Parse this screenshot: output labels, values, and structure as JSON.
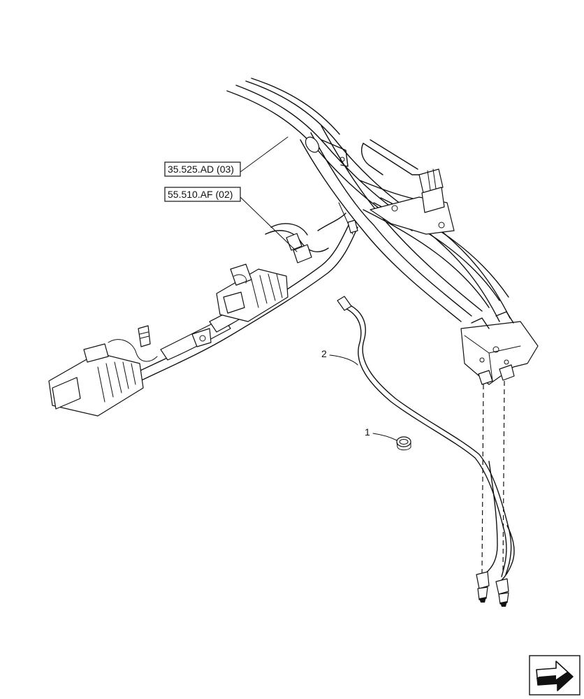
{
  "references": [
    {
      "id": "ref-1",
      "text": "35.525.AD (03)"
    },
    {
      "id": "ref-2",
      "text": "55.510.AF (02)"
    }
  ],
  "callouts": [
    {
      "id": "callout-1",
      "text": "1"
    },
    {
      "id": "callout-2",
      "text": "2"
    }
  ],
  "icons": {
    "nav": "arrow-right-icon"
  }
}
